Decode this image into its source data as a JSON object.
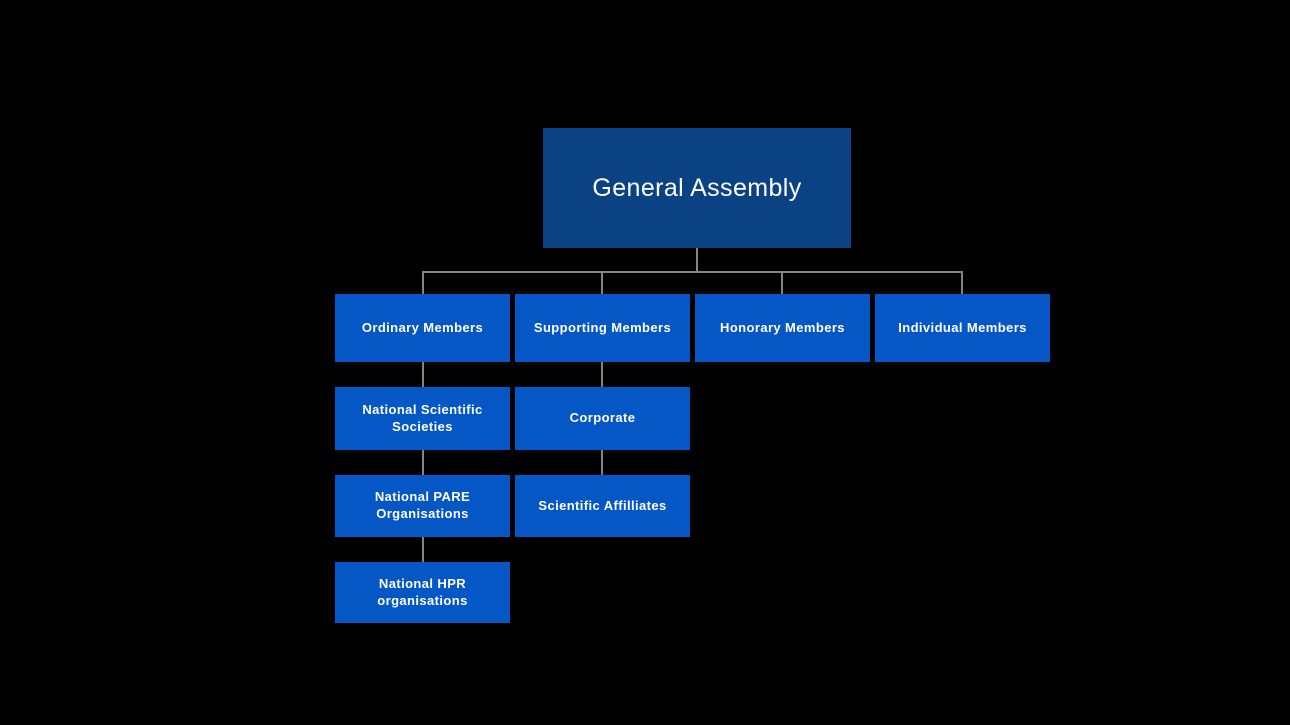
{
  "colors": {
    "background": "#000000",
    "root_box": "#0a4284",
    "node_box": "#0557c5",
    "connector": "#848484",
    "text": "#ffffff"
  },
  "org_chart": {
    "type": "organizational-chart",
    "root": {
      "label": "General Assembly"
    },
    "level2": [
      {
        "label": "Ordinary Members"
      },
      {
        "label": "Supporting Members"
      },
      {
        "label": "Honorary Members"
      },
      {
        "label": "Individual Members"
      }
    ],
    "ordinary_members_children": [
      {
        "label": "National Scientific Societies"
      },
      {
        "label": "National PARE Organisations"
      },
      {
        "label": "National HPR organisations"
      }
    ],
    "supporting_members_children": [
      {
        "label": "Corporate"
      },
      {
        "label": "Scientific Affilliates"
      }
    ]
  }
}
